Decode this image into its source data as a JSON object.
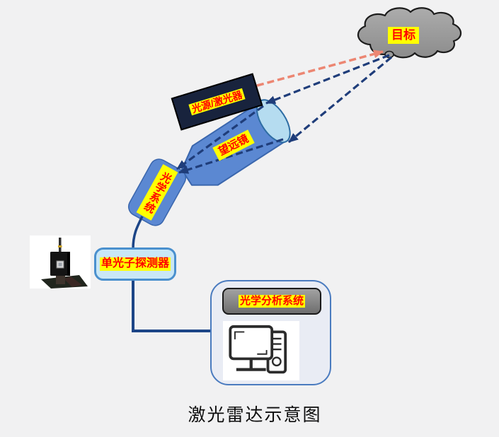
{
  "diagram": {
    "title": "激光雷达示意图",
    "nodes": {
      "target": {
        "label": "目标"
      },
      "laser": {
        "label": "光源/激光器"
      },
      "telescope": {
        "label": "望远镜"
      },
      "optics": {
        "label": "光学系统"
      },
      "detector": {
        "label": "单光子探测器"
      },
      "analysis": {
        "label": "光学分析系统"
      }
    },
    "connections": [
      {
        "from": "laser",
        "to": "target",
        "style": "dashed",
        "color": "#ec8672"
      },
      {
        "from": "target",
        "to": "telescope",
        "style": "dashed",
        "color": "#1f3d7a"
      },
      {
        "from": "target",
        "to": "telescope",
        "style": "dashed",
        "color": "#1f3d7a"
      },
      {
        "from": "telescope",
        "to": "optics",
        "style": "dashed",
        "color": "#1f3d7a"
      },
      {
        "from": "optics",
        "to": "detector",
        "style": "solid",
        "color": "#1c4587"
      },
      {
        "from": "detector",
        "to": "analysis",
        "style": "solid",
        "color": "#1c4587"
      }
    ],
    "colors": {
      "background": "#f1f1f2",
      "label_bg": "#ffff00",
      "label_text": "#ff0000",
      "beam_out": "#ec8672",
      "beam_return": "#1f3d7a",
      "connector": "#1c4587",
      "component_blue": "#5b88d2",
      "lens": "#b5dcf0",
      "laser_box": "#18233d",
      "cloud": "#9b9b9b",
      "detector_fill": "#c9e7f6",
      "detector_border": "#4a90ce",
      "analysis_border": "#4a7bbf"
    }
  }
}
